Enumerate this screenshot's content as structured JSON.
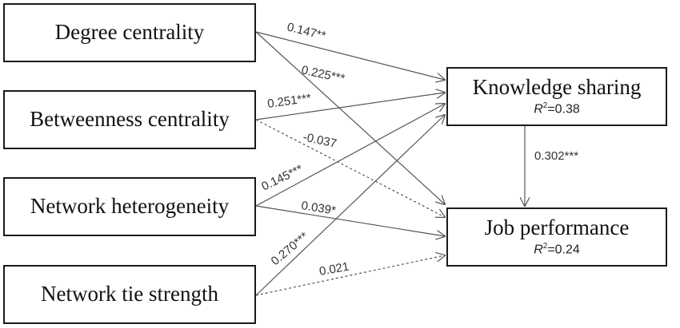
{
  "nodes": {
    "degree": {
      "label": "Degree centrality"
    },
    "betweenness": {
      "label": "Betweenness centrality"
    },
    "heterogeneity": {
      "label": "Network heterogeneity"
    },
    "tie_strength": {
      "label": "Network tie strength"
    },
    "knowledge": {
      "label": "Knowledge sharing",
      "r2_symbol": "R",
      "r2_exp": "2",
      "r2_value": "=0.38"
    },
    "job": {
      "label": "Job performance",
      "r2_symbol": "R",
      "r2_exp": "2",
      "r2_value": "=0.24"
    }
  },
  "paths": [
    {
      "from": "degree",
      "to": "knowledge",
      "coef": "0.147**",
      "significant": true
    },
    {
      "from": "degree",
      "to": "job",
      "coef": "0.225***",
      "significant": true
    },
    {
      "from": "betweenness",
      "to": "knowledge",
      "coef": "0.251***",
      "significant": true
    },
    {
      "from": "betweenness",
      "to": "job",
      "coef": "-0.037",
      "significant": false
    },
    {
      "from": "heterogeneity",
      "to": "knowledge",
      "coef": "0.145***",
      "significant": true
    },
    {
      "from": "heterogeneity",
      "to": "job",
      "coef": "0.039*",
      "significant": true
    },
    {
      "from": "tie_strength",
      "to": "knowledge",
      "coef": "0.270***",
      "significant": true
    },
    {
      "from": "tie_strength",
      "to": "job",
      "coef": "0.021",
      "significant": false
    },
    {
      "from": "knowledge",
      "to": "job",
      "coef": "0.302***",
      "significant": true
    }
  ],
  "colors": {
    "line": "#555555",
    "border": "#1a1a1a",
    "text": "#111111"
  }
}
